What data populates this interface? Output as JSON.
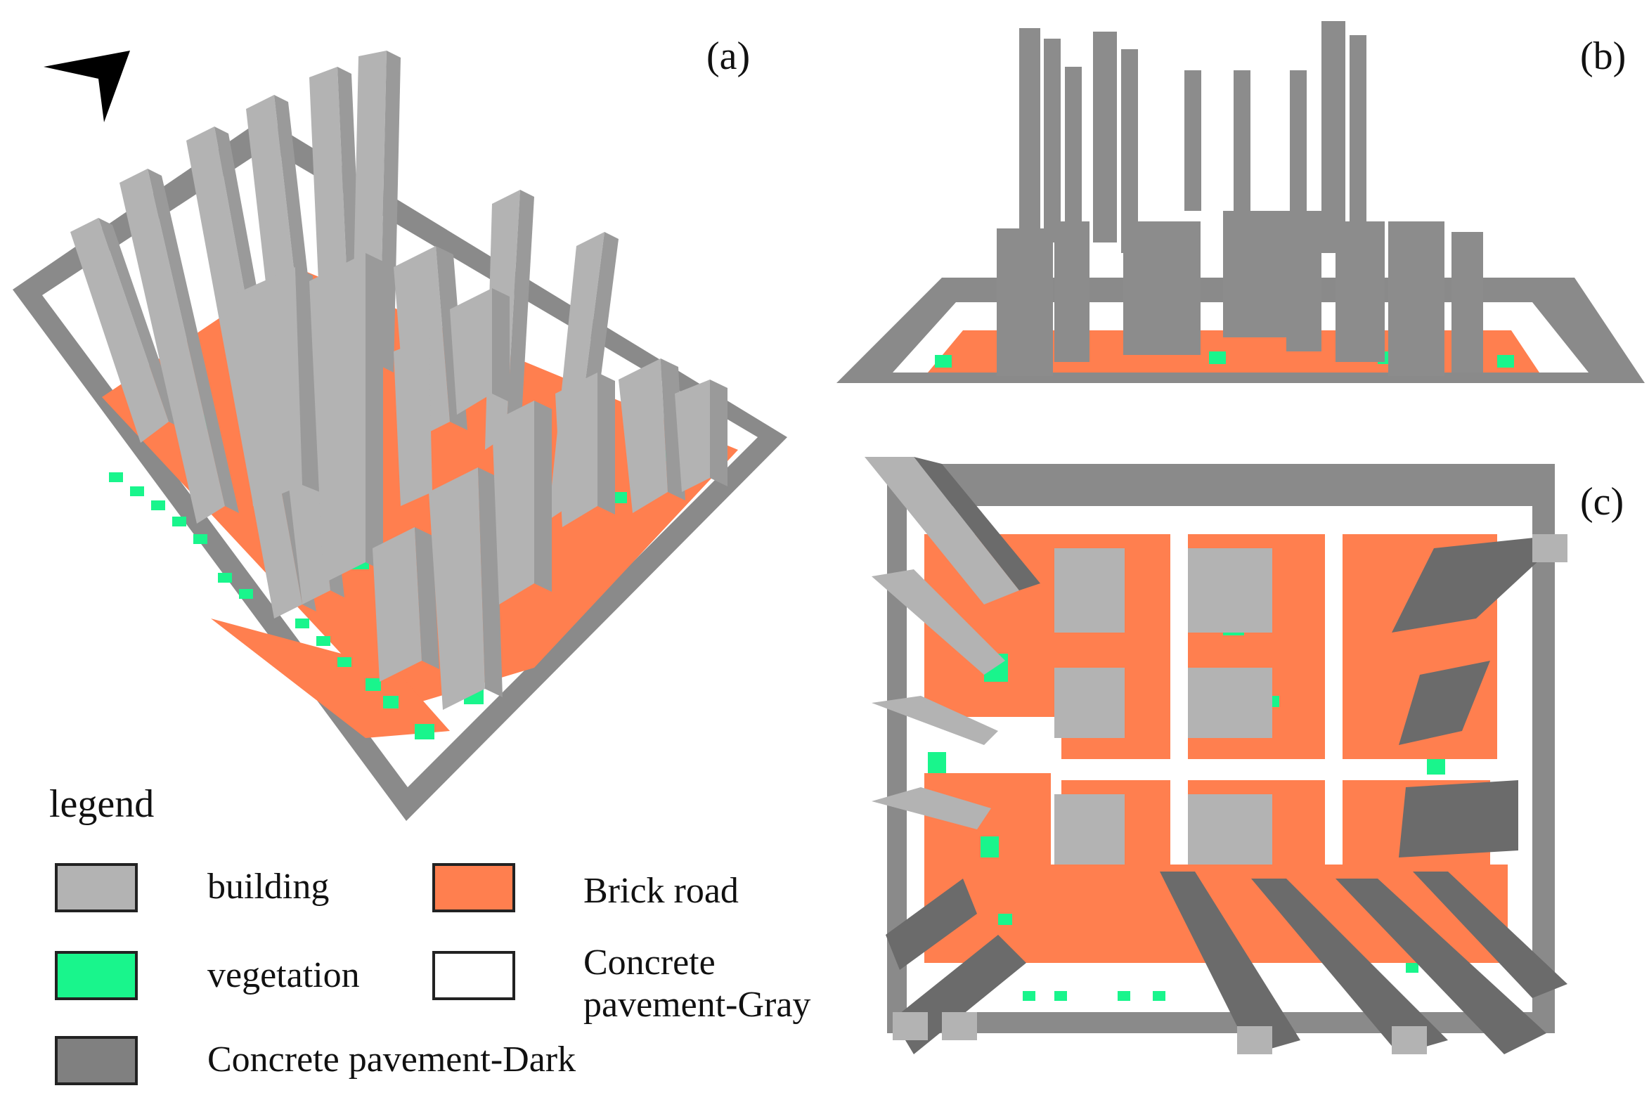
{
  "panels": {
    "a": "(a)",
    "b": "(b)",
    "c": "(c)"
  },
  "legend": {
    "title": "legend",
    "items": [
      {
        "label": "building",
        "color": "#b3b3b3"
      },
      {
        "label": "Brick road",
        "color": "#ff7f4f"
      },
      {
        "label": "vegetation",
        "color": "#19f58c"
      },
      {
        "label": "Concrete pavement-Gray",
        "color": "#ffffff"
      },
      {
        "label": "Concrete pavement-Dark",
        "color": "#808080"
      }
    ]
  },
  "icons": {
    "north_arrow": "north-arrow-icon"
  }
}
